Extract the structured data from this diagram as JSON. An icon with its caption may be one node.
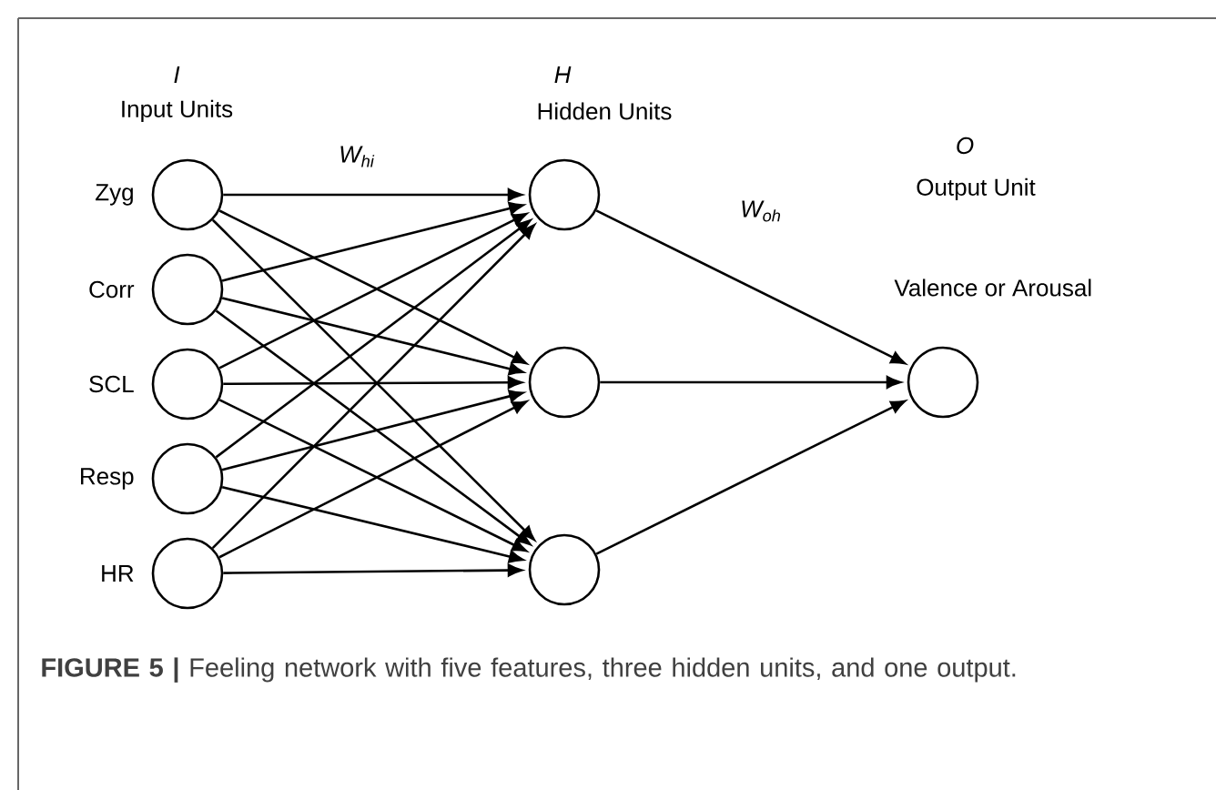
{
  "diagram": {
    "caption": "**FIGURE 5 |** Feeling network with five features, three hidden units, and one output.",
    "nodes": [
      {
        "text": [],
        "shape": "circle",
        "beside": [
          "Zyg"
        ]
      },
      {
        "text": [],
        "shape": "circle",
        "beside": [
          "Corr"
        ]
      },
      {
        "text": [],
        "shape": "circle",
        "beside": [
          "SCL"
        ]
      },
      {
        "text": [],
        "shape": "circle",
        "beside": [
          "Resp"
        ]
      },
      {
        "text": [],
        "shape": "circle",
        "beside": [
          "HR"
        ]
      },
      {
        "text": [],
        "shape": "circle"
      },
      {
        "text": [],
        "shape": "circle"
      },
      {
        "text": [],
        "shape": "circle"
      },
      {
        "text": [],
        "shape": "circle",
        "beside": [
          "Valence or Arousal"
        ]
      }
    ],
    "edges": [
      {
        "from": 0,
        "to": 5,
        "arrow": "to"
      },
      {
        "from": 0,
        "to": 6,
        "arrow": "to"
      },
      {
        "from": 0,
        "to": 7,
        "arrow": "to"
      },
      {
        "from": 1,
        "to": 5,
        "arrow": "to"
      },
      {
        "from": 1,
        "to": 6,
        "arrow": "to"
      },
      {
        "from": 1,
        "to": 7,
        "arrow": "to"
      },
      {
        "from": 2,
        "to": 5,
        "arrow": "to"
      },
      {
        "from": 2,
        "to": 6,
        "arrow": "to"
      },
      {
        "from": 2,
        "to": 7,
        "arrow": "to"
      },
      {
        "from": 3,
        "to": 5,
        "arrow": "to"
      },
      {
        "from": 3,
        "to": 6,
        "arrow": "to"
      },
      {
        "from": 3,
        "to": 7,
        "arrow": "to"
      },
      {
        "from": 4,
        "to": 5,
        "arrow": "to"
      },
      {
        "from": 4,
        "to": 6,
        "arrow": "to"
      },
      {
        "from": 4,
        "to": 7,
        "arrow": "to"
      },
      {
        "from": 5,
        "to": 8,
        "arrow": "to"
      },
      {
        "from": 6,
        "to": 8,
        "arrow": "to"
      },
      {
        "from": 7,
        "to": 8,
        "arrow": "to"
      }
    ],
    "labels": [
      "I",
      "Input Units",
      "W$_{hi}$",
      "H",
      "Hidden Units",
      "W$_{oh}$",
      "O",
      "Output Unit"
    ]
  }
}
